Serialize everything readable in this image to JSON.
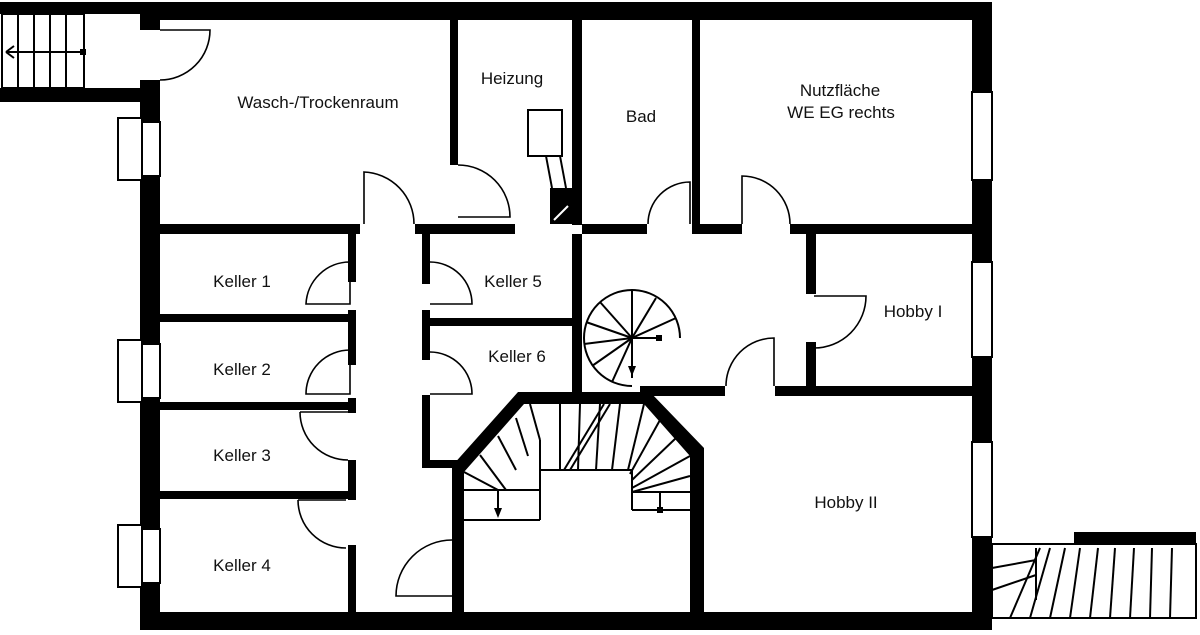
{
  "rooms": {
    "wasch": "Wasch-/Trockenraum",
    "heizung": "Heizung",
    "bad": "Bad",
    "nutz1": "Nutzfläche",
    "nutz2": "WE EG rechts",
    "keller1": "Keller 1",
    "keller2": "Keller 2",
    "keller3": "Keller 3",
    "keller4": "Keller 4",
    "keller5": "Keller 5",
    "keller6": "Keller 6",
    "hobby1": "Hobby I",
    "hobby2": "Hobby II"
  }
}
